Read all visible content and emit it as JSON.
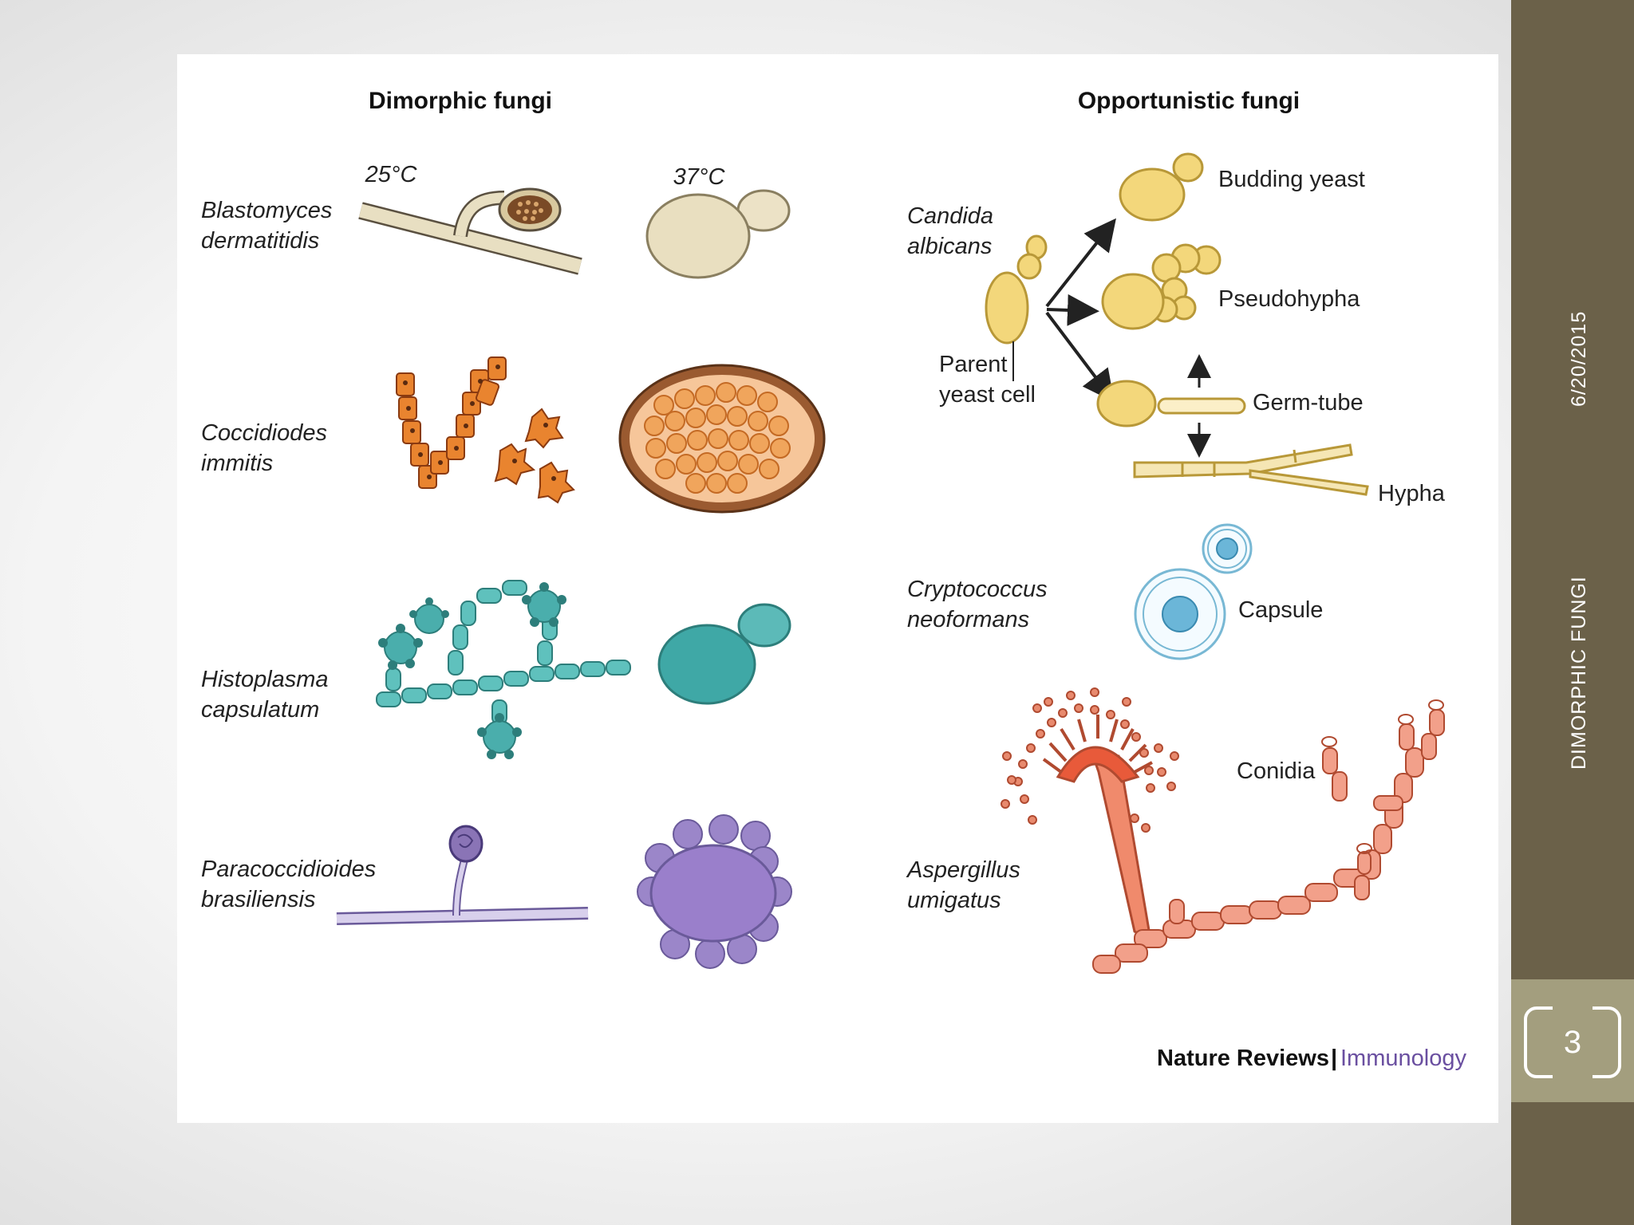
{
  "slide": {
    "number": "3",
    "date": "6/20/2015",
    "title_vertical": "DIMORPHIC FUNGI"
  },
  "figure": {
    "left_heading": "Dimorphic fungi",
    "right_heading": "Opportunistic fungi",
    "temp_25": "25°C",
    "temp_37": "37°C",
    "dimorphic": {
      "blastomyces_1": "Blastomyces",
      "blastomyces_2": "dermatitidis",
      "coccidiodes_1": "Coccidiodes",
      "coccidiodes_2": "immitis",
      "histoplasma_1": "Histoplasma",
      "histoplasma_2": "capsulatum",
      "paracocci_1": "Paracoccidioides",
      "paracocci_2": "brasiliensis"
    },
    "opportunistic": {
      "candida_1": "Candida",
      "candida_2": "albicans",
      "parent_1": "Parent",
      "parent_2": "yeast cell",
      "budding": "Budding yeast",
      "pseudohypha": "Pseudohypha",
      "germtube": "Germ-tube",
      "hypha": "Hypha",
      "crypto_1": "Cryptococcus",
      "crypto_2": "neoformans",
      "capsule": "Capsule",
      "asper_1": "Aspergillus",
      "asper_2": "umigatus",
      "conidia": "Conidia"
    },
    "credit_journal": "Nature Reviews",
    "credit_sep": "|",
    "credit_section": "Immunology"
  },
  "colors": {
    "sidebar": "#6b6149",
    "page_box": "#a39e7e",
    "cream": "#e8dfc2",
    "orange": "#e98a3a",
    "teal": "#4aaeac",
    "purple": "#9b86c9",
    "yellow": "#f3d77b",
    "red": "#e0664a",
    "immunology": "#6a4fa0"
  }
}
